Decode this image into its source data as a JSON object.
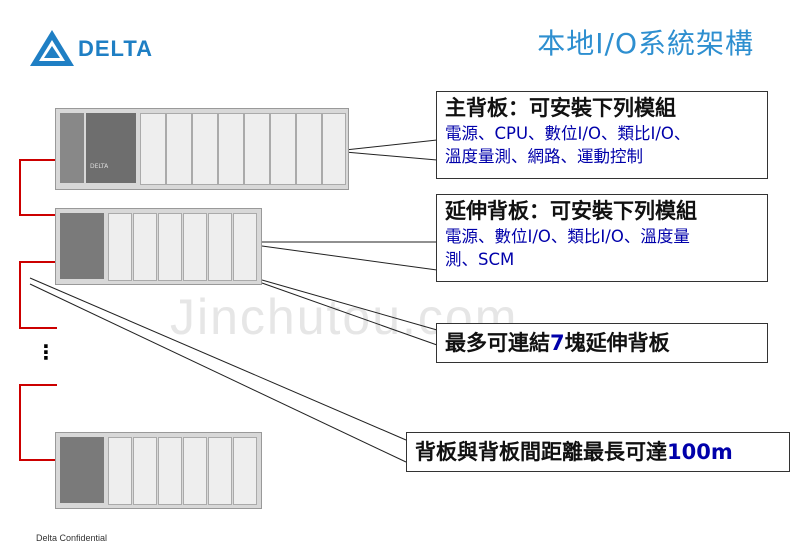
{
  "brand": {
    "name": "DELTA",
    "color": "#1f7fc4"
  },
  "title": "本地I/O系統架構",
  "main_box": {
    "title": "主背板：可安裝下列模組",
    "line1": "電源、CPU、數位I/O、類比I/O、",
    "line2": "溫度量測、網路、運動控制"
  },
  "ext_box": {
    "title": "延伸背板：可安裝下列模組",
    "line1": "電源、數位I/O、類比I/O、溫度量",
    "line2": "測、SCM"
  },
  "max_box": {
    "prefix": "最多可連結",
    "number": "7",
    "suffix": "塊延伸背板"
  },
  "distance_box": {
    "prefix": "背板與背板間距離最長可達",
    "value": "100m"
  },
  "ellipsis": "⋮",
  "watermark": "Jinchutou.com",
  "footer": "Delta Confidential",
  "rack_labels": {
    "brand_small": "DELTA"
  },
  "colors": {
    "cable": "#cc0000",
    "accent": "#0000aa",
    "title": "#2e8fd0"
  }
}
